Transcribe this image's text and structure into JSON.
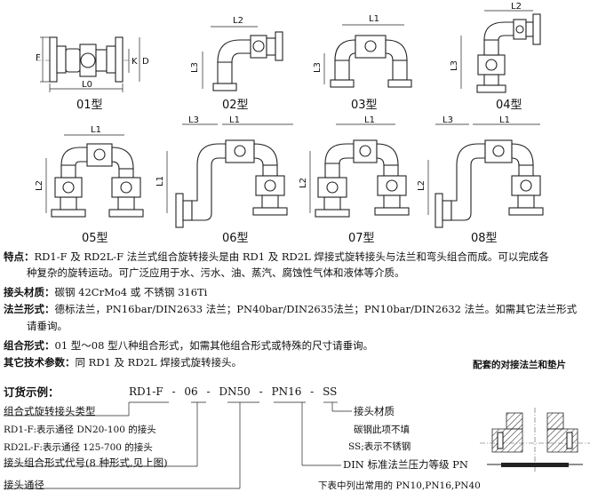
{
  "types": {
    "t01": {
      "label": "01型",
      "dims": [
        "F",
        "K",
        "D",
        "L0"
      ]
    },
    "t02": {
      "label": "02型",
      "dims": [
        "L2",
        "L3"
      ]
    },
    "t03": {
      "label": "03型",
      "dims": [
        "L1",
        "L3"
      ]
    },
    "t04": {
      "label": "04型",
      "dims": [
        "L2",
        "L3"
      ]
    },
    "t05": {
      "label": "05型",
      "dims": [
        "L1",
        "L2"
      ]
    },
    "t06": {
      "label": "06型",
      "dims": [
        "L3",
        "L1",
        "L1"
      ]
    },
    "t07": {
      "label": "07型",
      "dims": [
        "L1",
        "L2"
      ]
    },
    "t08": {
      "label": "08型",
      "dims": [
        "L3",
        "L1",
        "L2"
      ]
    }
  },
  "features": {
    "title": "特点：",
    "line1": "RD1-F 及 RD2L-F 法兰式组合旋转接头是由 RD1 及 RD2L 焊接式旋转接头与法兰和弯头组合而成。可以完成各",
    "line2": "种复杂的旋转运动。可广泛应用于水、污水、油、蒸汽、腐蚀性气体和液体等介质。"
  },
  "material": {
    "title": "接头材质：",
    "text": "碳钢 42CrMo4 或 不锈钢 316Ti"
  },
  "flange": {
    "title": "法兰形式：",
    "line1": "德标法兰，PN16bar/DIN2633 法兰；PN40bar/DIN2635法兰；PN10bar/DIN2632 法兰。如需其它法兰形式",
    "line2": "请垂询。"
  },
  "combo": {
    "title": "组合形式：",
    "text": "01 型～08 型八种组合形式，如需其他组合形式或特殊的尺寸请垂询。"
  },
  "other": {
    "title": "其它技术参数：",
    "text": "同 RD1 及 RD2L 焊接式旋转接头。"
  },
  "flange_caption": "配套的对接法兰和垫片",
  "order": {
    "title": "订货示例：",
    "code": {
      "p1": "RD1-F",
      "d1": "-",
      "p2": "06",
      "d2": "-",
      "p3": "DN50",
      "d3": "-",
      "p4": "PN16",
      "d4": "-",
      "p5": "SS"
    },
    "left_type": "组合式旋转接头类型",
    "rd1": "RD1-F:表示通径 DN20-100 的接头",
    "rd2": "RD2L-F:表示通径 125-700 的接头",
    "combo_code": "接头组合形式代号(8 种形式,见上图)",
    "bore": "接头通径",
    "material": "接头材质",
    "carbon": "碳钢此项不填",
    "ss": "SS;表示不锈钢",
    "din": "DIN 标准法兰压力等级 PN",
    "pn_note": "下表中列出常用的 PN10,PN16,PN40"
  }
}
